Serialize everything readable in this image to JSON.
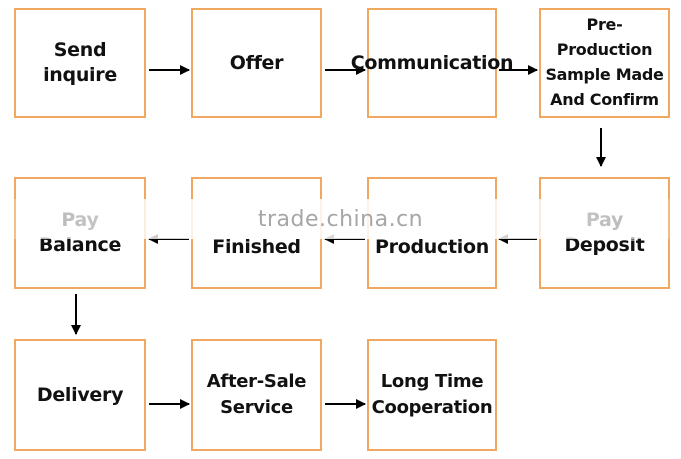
{
  "diagram": {
    "nodes": [
      {
        "id": "send-inquire",
        "label": "Send inquire"
      },
      {
        "id": "offer",
        "label": "Offer"
      },
      {
        "id": "communication",
        "label": "Communication"
      },
      {
        "id": "pre-production",
        "label": "Pre-Production\nSample Made\nAnd Confirm"
      },
      {
        "id": "pay-deposit",
        "label": "Pay Deposit"
      },
      {
        "id": "production",
        "label": "Production"
      },
      {
        "id": "finished",
        "label": "Finished"
      },
      {
        "id": "pay-balance",
        "label": "Pay Balance"
      },
      {
        "id": "delivery",
        "label": "Delivery"
      },
      {
        "id": "after-sale",
        "label": "After-Sale\nService"
      },
      {
        "id": "long-time",
        "label": "Long Time\nCooperation"
      }
    ],
    "edges": [
      [
        "send-inquire",
        "offer"
      ],
      [
        "offer",
        "communication"
      ],
      [
        "communication",
        "pre-production"
      ],
      [
        "pre-production",
        "pay-deposit"
      ],
      [
        "pay-deposit",
        "production"
      ],
      [
        "production",
        "finished"
      ],
      [
        "finished",
        "pay-balance"
      ],
      [
        "pay-balance",
        "delivery"
      ],
      [
        "delivery",
        "after-sale"
      ],
      [
        "after-sale",
        "long-time"
      ]
    ],
    "colors": {
      "box_border": "#f0a860",
      "arrow": "#000000",
      "text": "#111111"
    }
  },
  "watermark": {
    "text": "trade.china.cn"
  }
}
